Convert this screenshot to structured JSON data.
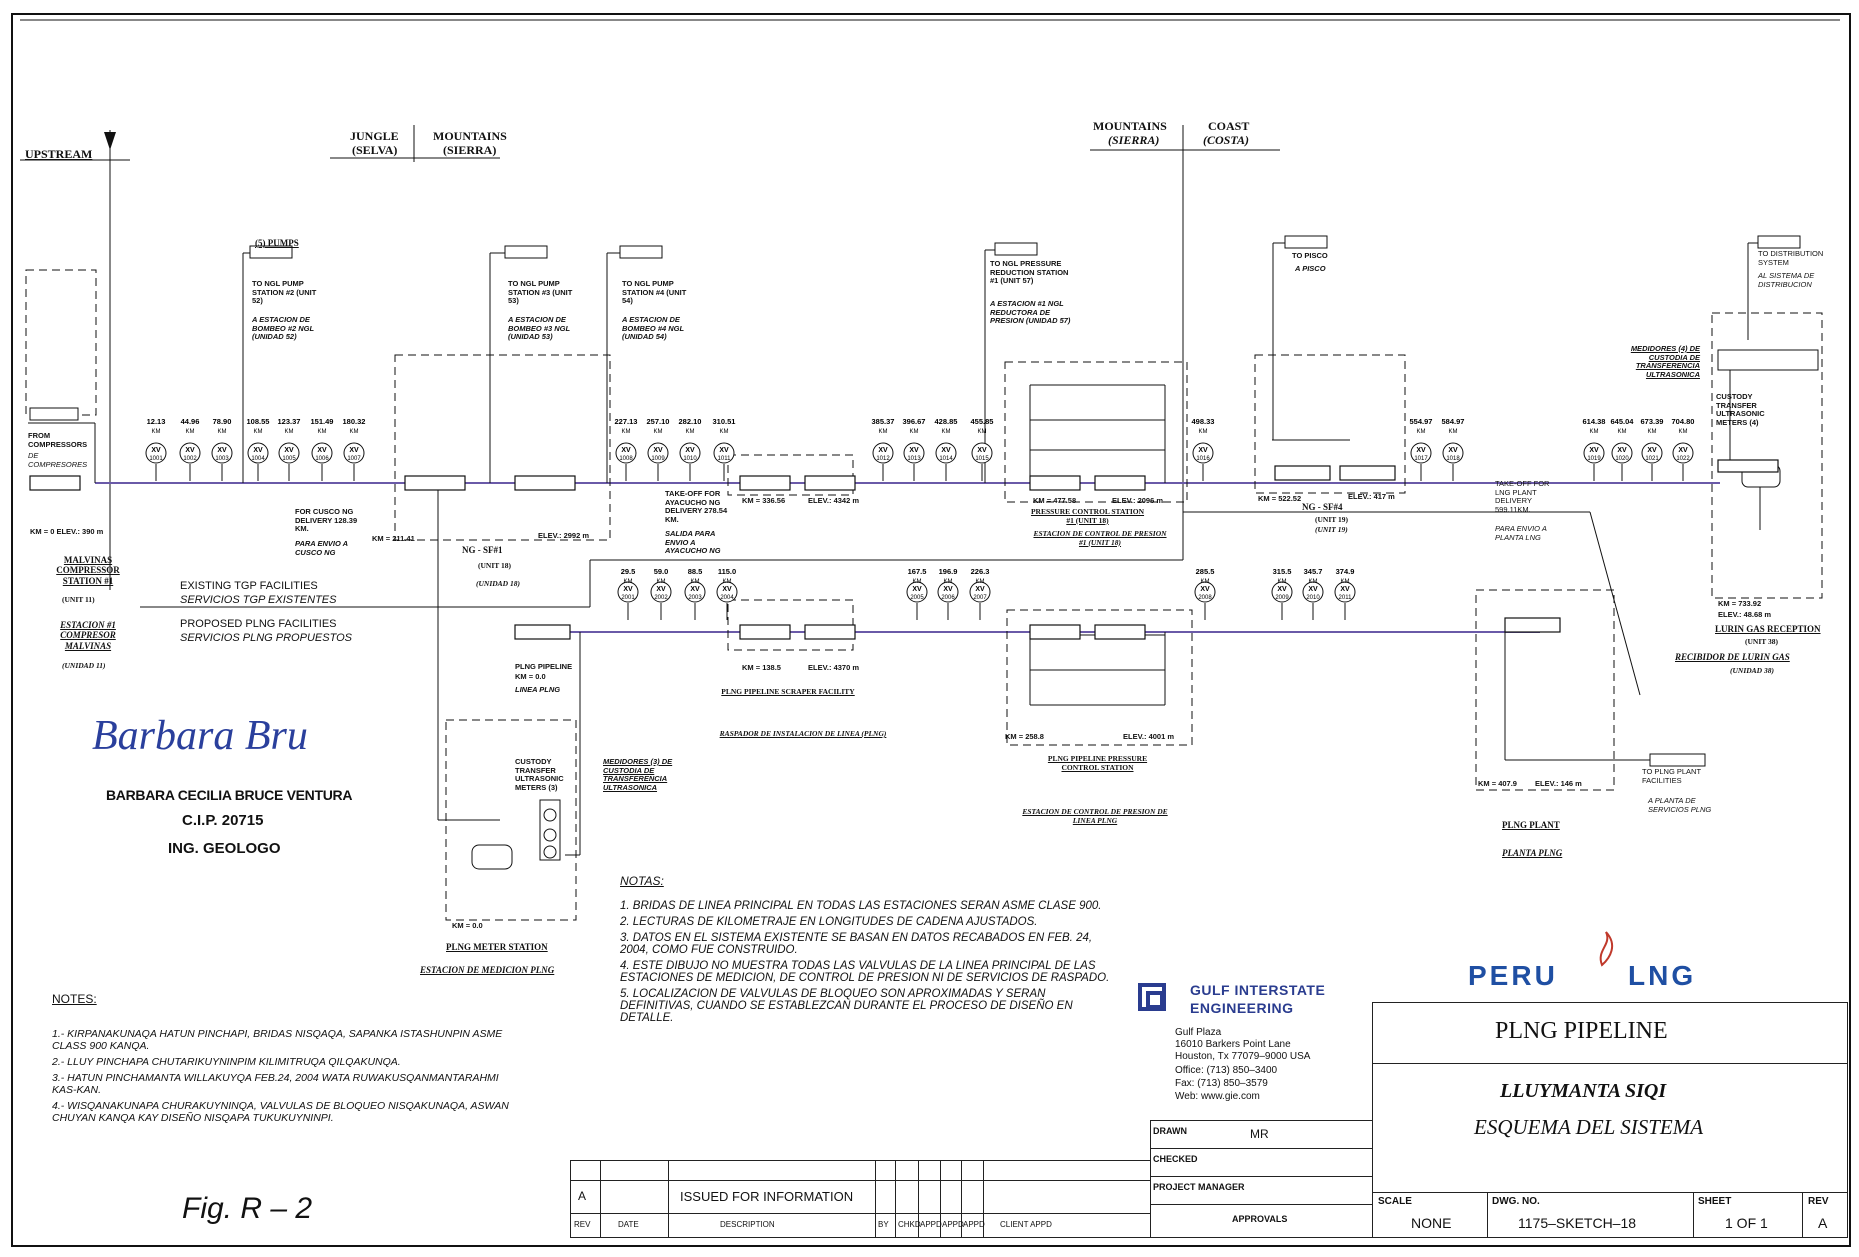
{
  "regions": {
    "upstream": "UPSTREAM",
    "jungle": "JUNGLE",
    "selva": "(SELVA)",
    "mountains1": "MOUNTAINS",
    "sierra1": "(SIERRA)",
    "mountains2": "MOUNTAINS",
    "sierra2": "(SIERRA)",
    "coast": "COAST",
    "costa": "(COSTA)"
  },
  "left_block": {
    "from_compressors": "FROM COMPRESSORS",
    "de_compresores": "DE COMPRESORES",
    "km_start": "KM = 0   ELEV.: 390 m",
    "station_title": "MALVINAS COMPRESSOR STATION #1",
    "station_unit": "(UNIT 11)",
    "station_es": "ESTACION #1 COMPRESOR MALVINAS",
    "station_es_unit": "(UNIDAD 11)",
    "existing_en": "EXISTING TGP FACILITIES",
    "existing_es": "SERVICIOS TGP EXISTENTES",
    "proposed_en": "PROPOSED PLNG FACILITIES",
    "proposed_es": "SERVICIOS PLNG PROPUESTOS"
  },
  "pumps": {
    "title": "(5) PUMPS",
    "p2": "TO NGL PUMP STATION #2 (UNIT 52)",
    "p2_es": "A ESTACION DE BOMBEO #2 NGL (UNIDAD 52)",
    "p3": "TO NGL PUMP STATION #3 (UNIT 53)",
    "p3_es": "A ESTACION DE BOMBEO #3 NGL (UNIDAD 53)",
    "p4": "TO NGL PUMP STATION #4 (UNIT 54)",
    "p4_es": "A ESTACION DE BOMBEO #4 NGL (UNIDAD 54)",
    "pr1": "TO NGL PRESSURE REDUCTION STATION #1 (UNIT 57)",
    "pr1_es": "A ESTACION #1 NGL REDUCTORA DE PRESION (UNIDAD 57)",
    "pisco": "TO PISCO",
    "pisco_es": "A PISCO",
    "dist": "TO DISTRIBUTION SYSTEM",
    "dist_es": "AL SISTEMA DE DISTRIBUCION"
  },
  "top_valves": [
    {
      "km": "12.13",
      "tag": "XV 1001"
    },
    {
      "km": "44.96",
      "tag": "XV 1002"
    },
    {
      "km": "78.90",
      "tag": "XV 1003"
    },
    {
      "km": "108.55",
      "tag": "XV 1004"
    },
    {
      "km": "123.37",
      "tag": "XV 1005"
    },
    {
      "km": "151.49",
      "tag": "XV 1006"
    },
    {
      "km": "180.32",
      "tag": "XV 1007"
    },
    {
      "km": "227.13",
      "tag": "XV 1008"
    },
    {
      "km": "257.10",
      "tag": "XV 1009"
    },
    {
      "km": "282.10",
      "tag": "XV 1010"
    },
    {
      "km": "310.51",
      "tag": "XV 1011"
    },
    {
      "km": "385.37",
      "tag": "XV 1012"
    },
    {
      "km": "396.67",
      "tag": "XV 1013"
    },
    {
      "km": "428.85",
      "tag": "XV 1014"
    },
    {
      "km": "455.85",
      "tag": "XV 1015"
    },
    {
      "km": "498.33",
      "tag": "XV 1016"
    },
    {
      "km": "554.97",
      "tag": "XV 1017"
    },
    {
      "km": "584.97",
      "tag": "XV 1018"
    },
    {
      "km": "614.38",
      "tag": "XV 1019"
    },
    {
      "km": "645.04",
      "tag": "XV 1020"
    },
    {
      "km": "673.39",
      "tag": "XV 1021"
    },
    {
      "km": "704.80",
      "tag": "XV 1022"
    }
  ],
  "bottom_valves": [
    {
      "km": "29.5",
      "tag": "XV 2001"
    },
    {
      "km": "59.0",
      "tag": "XV 2002"
    },
    {
      "km": "88.5",
      "tag": "XV 2003"
    },
    {
      "km": "115.0",
      "tag": "XV 2004"
    },
    {
      "km": "167.5",
      "tag": "XV 2005"
    },
    {
      "km": "196.9",
      "tag": "XV 2006"
    },
    {
      "km": "226.3",
      "tag": "XV 2007"
    },
    {
      "km": "285.5",
      "tag": "XV 2008"
    },
    {
      "km": "315.5",
      "tag": "XV 2009"
    },
    {
      "km": "345.7",
      "tag": "XV 2010"
    },
    {
      "km": "374.9",
      "tag": "XV 2011"
    }
  ],
  "stations": {
    "ng_sf1": "NG - SF#1",
    "ng_sf1_unit": "(UNIT 18)",
    "ng_sf1_es": "(UNIDAD 18)",
    "km_211": "KM = 211.41",
    "elev_2992": "ELEV.: 2992 m",
    "cusco": "FOR CUSCO NG DELIVERY 128.39 KM.",
    "cusco_es": "PARA ENVIO A CUSCO NG",
    "ayacucho": "TAKE-OFF FOR AYACUCHO NG DELIVERY 278.54 KM.",
    "ayacucho_es": "SALIDA PARA ENVIO A AYACUCHO NG",
    "km_336": "KM = 336.56",
    "elev_4342": "ELEV.: 4342 m",
    "km_477": "KM = 477.58",
    "elev_2096": "ELEV.: 2096 m",
    "pcs1": "PRESSURE CONTROL STATION #1 (UNIT 18)",
    "pcs1_es": "ESTACION DE CONTROL DE PRESION #1 (UNIT 18)",
    "km_522": "KM = 522.52",
    "elev_417": "ELEV.: 417 m",
    "ng_sf4": "NG - SF#4",
    "ng_sf4_unit": "(UNIT 19)",
    "ng_sf4_es": "(UNIT 19)",
    "lng_takeoff": "TAKE-OFF FOR LNG PLANT DELIVERY 599.11KM.",
    "lng_takeoff_es": "PARA ENVIO A PLANTA LNG",
    "custody_top": "CUSTODY TRANSFER ULTRASONIC METERS (4)",
    "custody_top_es": "MEDIDORES (4) DE CUSTODIA DE TRANSFERENCIA ULTRASONICA",
    "km_733": "KM = 733.92",
    "elev_48": "ELEV.: 48.68 m",
    "lurin": "LURIN GAS RECEPTION",
    "lurin_unit": "(UNIT 38)",
    "lurin_es": "RECIBIDOR DE LURIN GAS",
    "lurin_es_unit": "(UNIDAD 38)",
    "plng_main": "PLNG PIPELINE",
    "plng_main_km": "KM = 0.0",
    "plng_main_es": "LINEA PLNG",
    "km_138": "KM = 138.5",
    "elev_4370": "ELEV.: 4370 m",
    "scraper": "PLNG PIPELINE SCRAPER FACILITY",
    "scraper_es": "RASPADOR DE INSTALACION DE LINEA (PLNG)",
    "km_258": "KM = 258.8",
    "elev_4001": "ELEV.: 4001 m",
    "pcs_plng": "PLNG PIPELINE PRESSURE CONTROL STATION",
    "pcs_plng_es": "ESTACION DE CONTROL DE PRESION DE LINEA PLNG",
    "km_407": "KM = 407.9",
    "elev_146": "ELEV.: 146 m",
    "to_plant": "TO PLNG PLANT FACILITIES",
    "to_plant_es": "A PLANTA DE SERVICIOS PLNG",
    "plng_plant": "PLNG PLANT",
    "plng_plant_es": "PLANTA PLNG",
    "meter_station": "PLNG METER STATION",
    "meter_station_es": "ESTACION DE MEDICION PLNG",
    "custody_bot": "CUSTODY TRANSFER ULTRASONIC METERS (3)",
    "custody_bot_es": "MEDIDORES (3) DE CUSTODIA DE TRANSFERENCIA ULTRASONICA",
    "km_00": "KM = 0.0"
  },
  "signature": {
    "script": "Barbara Bru",
    "name": "BARBARA CECILIA BRUCE VENTURA",
    "cip": "C.I.P. 20715",
    "title": "ING. GEOLOGO"
  },
  "notas": {
    "title": "NOTAS:",
    "items": [
      "1.  BRIDAS DE LINEA PRINCIPAL EN TODAS LAS ESTACIONES SERAN ASME CLASE 900.",
      "2.  LECTURAS DE KILOMETRAJE EN LONGITUDES DE CADENA AJUSTADOS.",
      "3.  DATOS EN EL SISTEMA EXISTENTE SE BASAN EN DATOS RECABADOS EN FEB. 24, 2004, COMO FUE CONSTRUIDO.",
      "4.  ESTE DIBUJO NO MUESTRA TODAS LAS VALVULAS DE LA LINEA PRINCIPAL DE LAS ESTACIONES DE MEDICION, DE CONTROL DE PRESION NI DE SERVICIOS DE RASPADO.",
      "5.  LOCALIZACION DE VALVULAS DE BLOQUEO SON APROXIMADAS Y SERAN DEFINITIVAS, CUANDO SE ESTABLEZCAN DURANTE EL PROCESO DE DISEÑO EN DETALLE."
    ]
  },
  "notes": {
    "title": "NOTES:",
    "items": [
      "1.- KIRPANAKUNAQA HATUN PINCHAPI, BRIDAS NISQAQA, SAPANKA ISTASHUNPIN ASME CLASS 900 KANQA.",
      "2.- LLUY PINCHAPA CHUTARIKUYNINPIM KILIMITRUQA QILQAKUNQA.",
      "3.- HATUN PINCHAMANTA WILLAKUYQA FEB.24, 2004 WATA RUWAKUSQANMANTARAHMI KAS-KAN.",
      "4.- WISQANAKUNAPA CHURAKUYNINQA, VALVULAS DE BLOQUEO NISQAKUNAQA, ASWAN CHUYAN KANQA KAY DISEÑO NISQAPA TUKUKUYNINPI."
    ]
  },
  "fig": "Fig. R – 2",
  "company": {
    "name1": "GULF INTERSTATE",
    "name2": "ENGINEERING",
    "addr1": "Gulf Plaza",
    "addr2": "16010 Barkers Point Lane",
    "addr3": "Houston, Tx 77079–9000 USA",
    "office": "Office: (713) 850–3400",
    "fax": "Fax: (713) 850–3579",
    "web": "Web: www.gie.com"
  },
  "logo": {
    "left": "PERU",
    "right": "LNG"
  },
  "title_block": {
    "project": "PLNG PIPELINE",
    "subtitle1": "LLUYMANTA SIQI",
    "subtitle2": "ESQUEMA DEL SISTEMA",
    "drawn_label": "DRAWN",
    "drawn_value": "MR",
    "checked_label": "CHECKED",
    "pm_label": "PROJECT MANAGER",
    "approvals_label": "APPROVALS",
    "scale_label": "SCALE",
    "scale_value": "NONE",
    "dwg_label": "DWG. NO.",
    "dwg_value": "1175–SKETCH–18",
    "sheet_label": "SHEET",
    "sheet_value": "1 OF 1",
    "rev_label": "REV",
    "rev_value": "A"
  },
  "revision": {
    "rev": "A",
    "desc": "ISSUED FOR INFORMATION",
    "headers": [
      "REV",
      "DATE",
      "DESCRIPTION",
      "BY",
      "CHKD",
      "APPD",
      "APPD",
      "APPD",
      "CLIENT APPD"
    ]
  },
  "colors": {
    "line": "#111111",
    "pipe": "#6a5aa8",
    "logo_blue": "#1f4fa3",
    "logo_red": "#c0392b"
  }
}
